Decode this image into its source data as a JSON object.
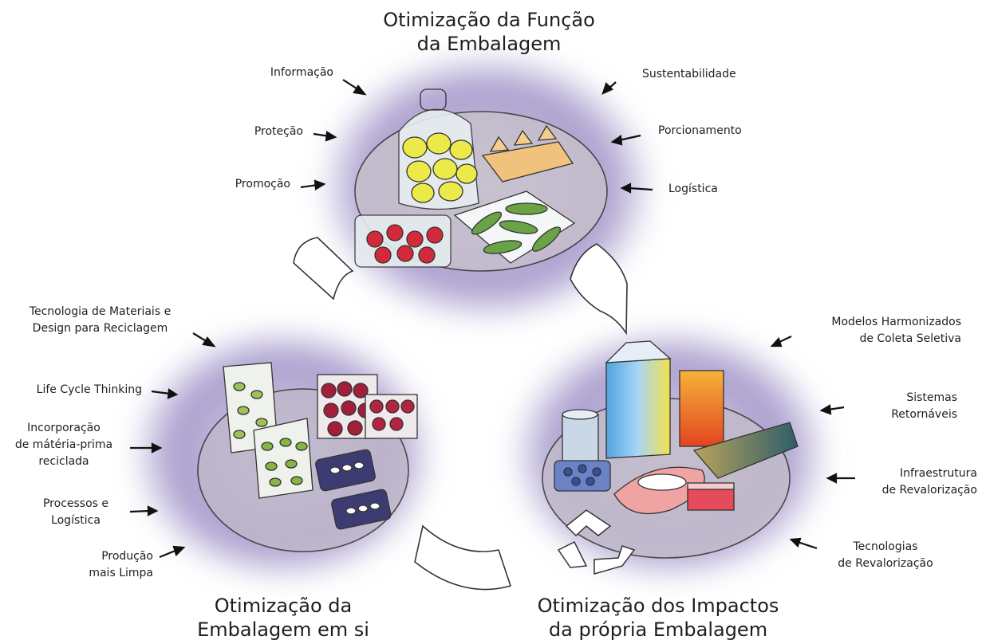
{
  "titles": {
    "top": [
      "Otimização da Função",
      "da Embalagem"
    ],
    "left": [
      "Otimização da",
      "Embalagem em si"
    ],
    "right": [
      "Otimização dos Impactos",
      "da própria Embalagem"
    ]
  },
  "top_cluster": {
    "left_labels": [
      "Informação",
      "Proteção",
      "Promoção"
    ],
    "right_labels": [
      "Sustentabilidade",
      "Porcionamento",
      "Logística"
    ]
  },
  "left_cluster": {
    "labels": [
      [
        "Tecnologia de Materiais e",
        "Design para Reciclagem"
      ],
      [
        "Life Cycle Thinking"
      ],
      [
        "Incorporação",
        "de mátéria-prima",
        "reciclada"
      ],
      [
        "Processos e",
        "Logística"
      ],
      [
        "Produção",
        "mais Limpa"
      ]
    ]
  },
  "right_cluster": {
    "labels": [
      [
        "Modelos Harmonizados",
        "de Coleta Seletiva"
      ],
      [
        "Sistemas",
        "Retornáveis"
      ],
      [
        "Infraestrutura",
        "de Revalorização"
      ],
      [
        "Tecnologias",
        "de Revalorização"
      ]
    ]
  },
  "colors": {
    "watercolor": "#8d7cb8",
    "plate": "#c8c2cf",
    "ink": "#1e1e1e"
  }
}
